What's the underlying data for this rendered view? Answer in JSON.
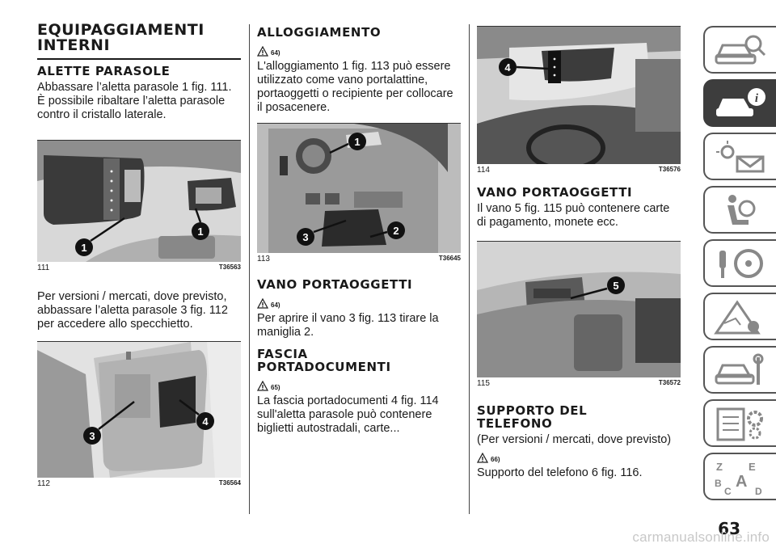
{
  "col1": {
    "chapter_title": "EQUIPAGGIAMENTI INTERNI",
    "sec1_title": "ALETTE PARASOLE",
    "sec1_text": "Abbassare l’aletta parasole 1 fig. 111. È possibile ribaltare l’aletta parasole contro il cristallo laterale.",
    "fig111": {
      "num": "111",
      "code": "T36563",
      "callouts": [
        "1",
        "1"
      ]
    },
    "text2": "Per versioni / mercati, dove previsto, abbassare l’aletta parasole 3 fig. 112 per accedere allo specchietto.",
    "fig112": {
      "num": "112",
      "code": "T36564",
      "callouts": [
        "3",
        "4"
      ]
    }
  },
  "col2": {
    "sec1_title": "ALLOGGIAMENTO",
    "sec1_ref": "64)",
    "sec1_text": "L'alloggiamento 1 fig. 113 può essere utilizzato come vano portalattine, portaoggetti o recipiente per collocare il posacenere.",
    "fig113": {
      "num": "113",
      "code": "T36645",
      "callouts": [
        "1",
        "3",
        "2"
      ]
    },
    "sec2_title": "VANO PORTAOGGETTI",
    "sec2_ref": "64)",
    "sec2_text": "Per aprire il vano 3 fig. 113 tirare la maniglia 2.",
    "sec3_title": "FASCIA PORTADOCUMENTI",
    "sec3_ref": "65)",
    "sec3_text": "La fascia portadocumenti 4 fig. 114 sull'aletta parasole può contenere biglietti autostradali, carte..."
  },
  "col3": {
    "fig114": {
      "num": "114",
      "code": "T36576",
      "callouts": [
        "4"
      ]
    },
    "sec1_title": "VANO PORTAOGGETTI",
    "sec1_text": "Il vano 5 fig. 115 può contenere carte di pagamento, monete ecc.",
    "fig115": {
      "num": "115",
      "code": "T36572",
      "callouts": [
        "5"
      ]
    },
    "sec2_title": "SUPPORTO DEL TELEFONO",
    "sec2_subtitle": "(Per versioni / mercati, dove previsto)",
    "sec2_ref": "66)",
    "sec2_text": "Supporto del telefono 6 fig. 116."
  },
  "tabs": [
    {
      "icon": "car-search-icon",
      "active": false
    },
    {
      "icon": "car-info-icon",
      "active": true
    },
    {
      "icon": "warning-lights-icon",
      "active": false
    },
    {
      "icon": "airbag-seat-icon",
      "active": false
    },
    {
      "icon": "key-steering-icon",
      "active": false
    },
    {
      "icon": "road-warning-icon",
      "active": false
    },
    {
      "icon": "car-maintenance-icon",
      "active": false
    },
    {
      "icon": "specs-gear-icon",
      "active": false
    },
    {
      "icon": "alphabet-index-icon",
      "active": false
    }
  ],
  "tab_letters": [
    "Z",
    "E",
    "A",
    "B",
    "C",
    "D"
  ],
  "page_number": "63",
  "watermark": "carmanualsonline.info"
}
